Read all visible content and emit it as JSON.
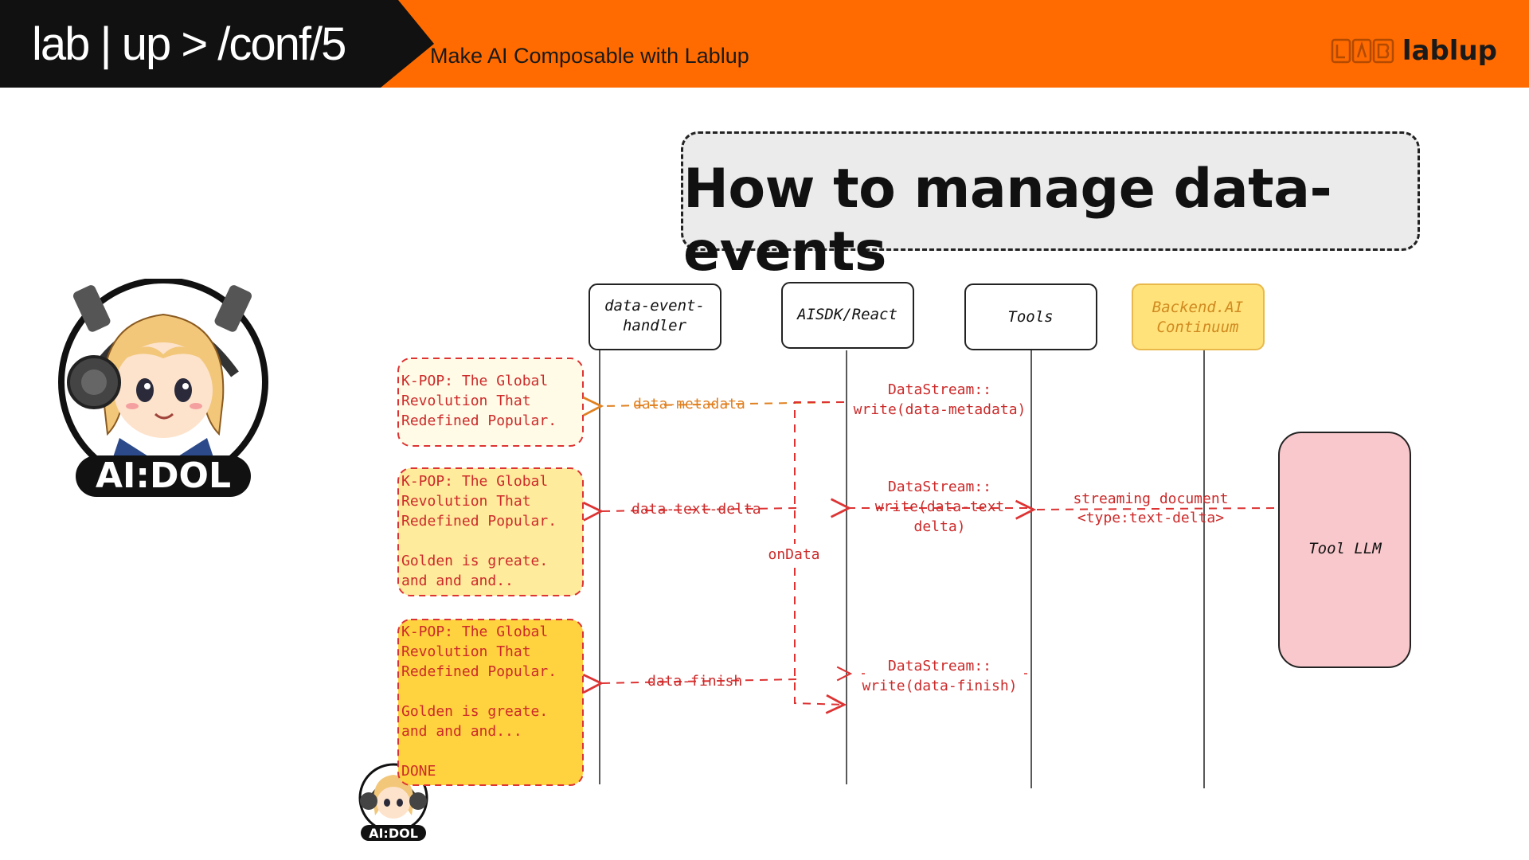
{
  "header": {
    "conf_title": "lab | up > /conf/5",
    "tagline": "Make AI Composable with Lablup",
    "brand_word": "lablup",
    "colors": {
      "orange": "#ff6b00",
      "black": "#111111"
    }
  },
  "slide": {
    "title": "How to manage data-events"
  },
  "mascot": {
    "badge": "AI:DOL",
    "small_badge": "AI:DOL"
  },
  "diagram": {
    "actors": [
      {
        "label_line1": "data-event-",
        "label_line2": "handler"
      },
      {
        "label": "AISDK/React"
      },
      {
        "label": "Tools"
      },
      {
        "label_line1": "Backend.AI",
        "label_line2": "Continuum"
      }
    ],
    "tool_llm": "Tool LLM",
    "messages": {
      "metadata_write_1": "DataStream::",
      "metadata_write_2": "write(data-metadata)",
      "metadata_arrow": "data-metadata",
      "delta_write_1": "DataStream::",
      "delta_write_2": "write(data-text",
      "delta_write_3": "delta)",
      "delta_arrow": "data-text-delta",
      "streaming_1": "streaming document",
      "streaming_2": "<type:text-delta>",
      "ondata": "onData",
      "finish_write_1": "DataStream::",
      "finish_write_2": "write(data-finish)",
      "finish_arrow": "data-finish"
    },
    "cards": [
      {
        "text": "K-POP: The Global\nRevolution That\nRedefined Popular."
      },
      {
        "text": "K-POP: The Global\nRevolution That\nRedefined Popular.\n\nGolden is greate.\nand and and.."
      },
      {
        "text": "K-POP: The Global\nRevolution That\nRedefined Popular.\n\nGolden is greate.\nand and and...\n\nDONE"
      }
    ]
  }
}
